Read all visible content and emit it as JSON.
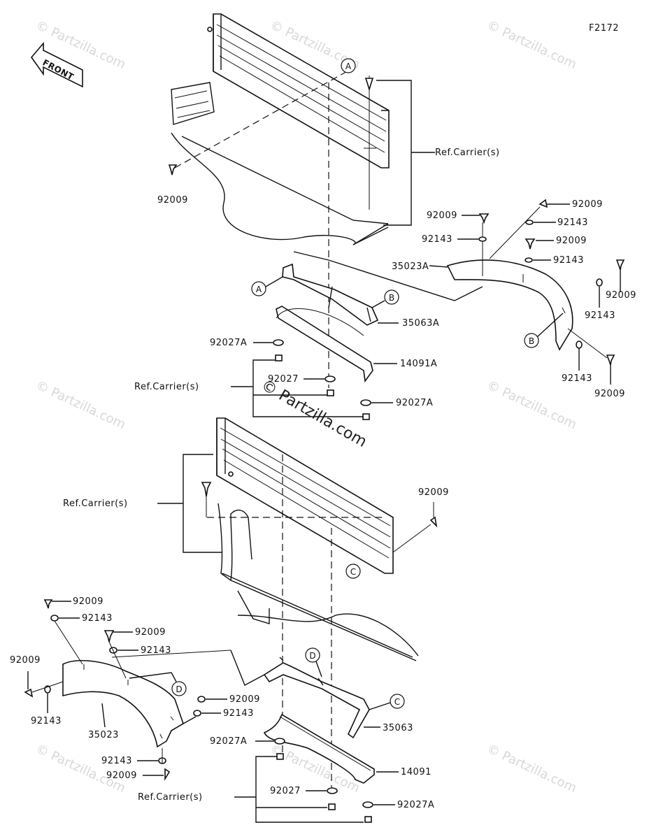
{
  "figure_code": "F2172",
  "front_label": "FRONT",
  "watermark": "© Partzilla.com",
  "center_watermark": "© Partzilla.com",
  "callout_letters": [
    "A",
    "B",
    "C",
    "D"
  ],
  "labels": {
    "ref_carrier": "Ref.Carrier(s)",
    "p92009": "92009",
    "p92143": "92143",
    "p92027": "92027",
    "p92027A": "92027A",
    "p35023A": "35023A",
    "p35063A": "35063A",
    "p14091A": "14091A",
    "p35023": "35023",
    "p35063": "35063",
    "p14091": "14091"
  }
}
